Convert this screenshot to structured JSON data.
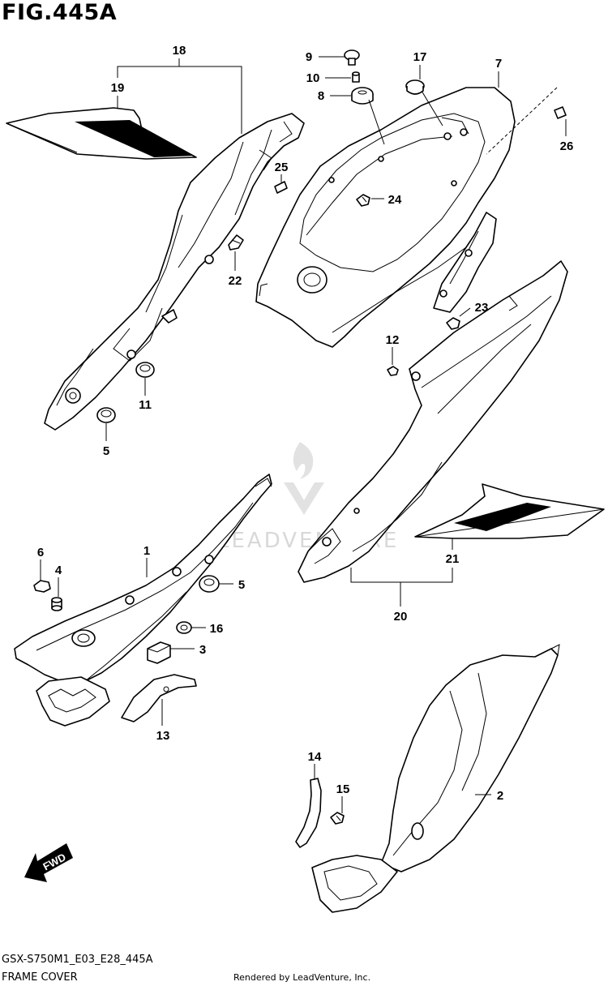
{
  "figure": {
    "title": "FIG.445A",
    "model_code": "GSX-S750M1_E03_E28_445A",
    "name": "FRAME COVER",
    "credit": "Rendered by LeadVenture, Inc.",
    "watermark": "LEADVENTURE"
  },
  "callouts": [
    "18",
    "19",
    "9",
    "10",
    "8",
    "17",
    "7",
    "25",
    "26",
    "24",
    "22",
    "23",
    "12",
    "11",
    "5",
    "20",
    "21",
    "1",
    "6",
    "4",
    "5",
    "16",
    "3",
    "13",
    "14",
    "15",
    "2"
  ]
}
